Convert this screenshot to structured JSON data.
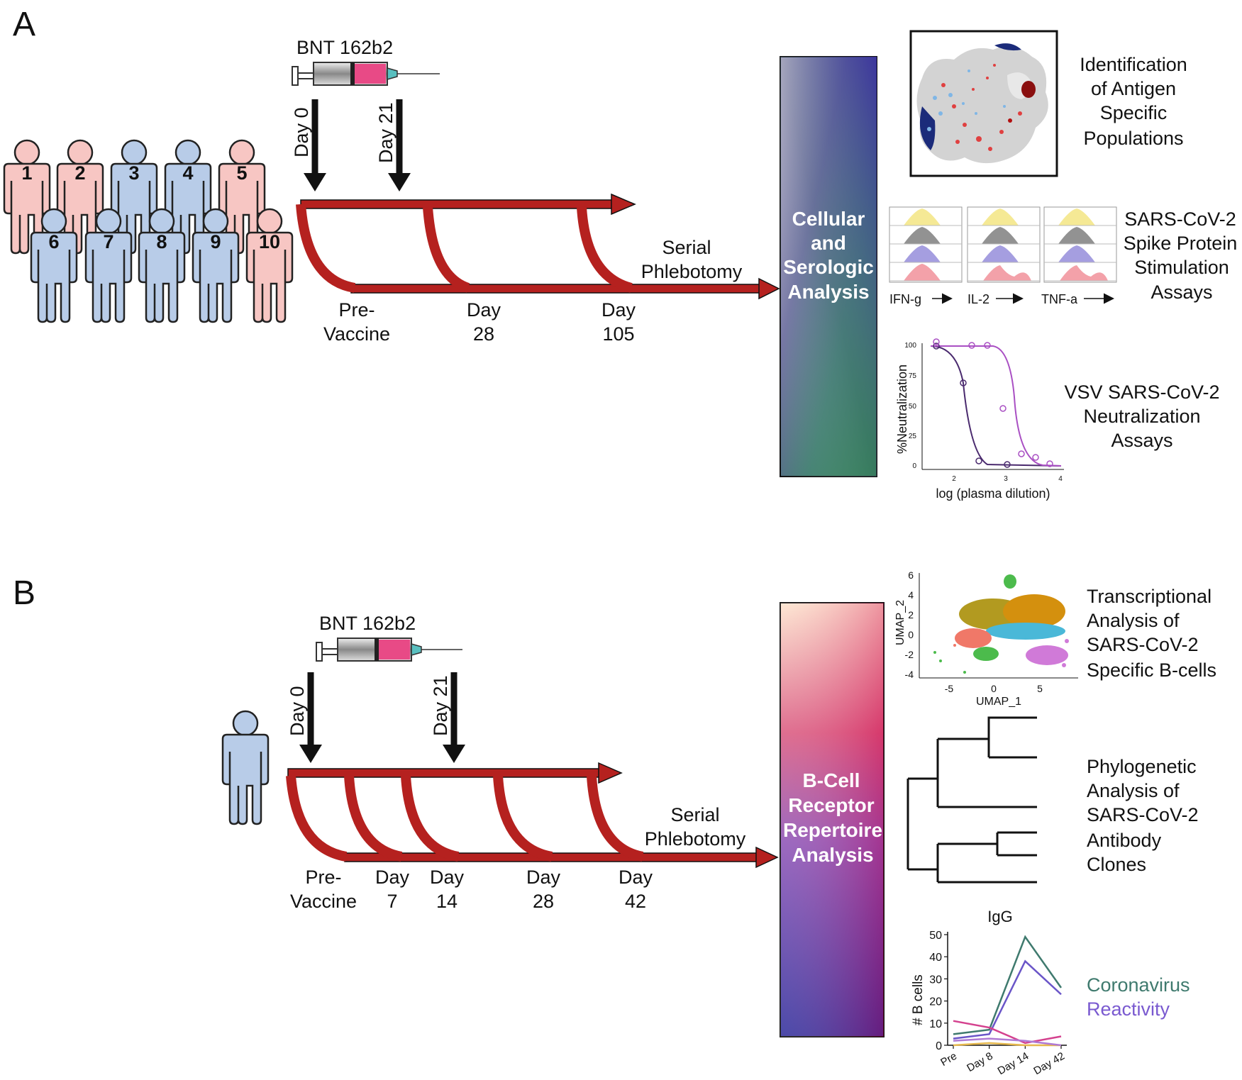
{
  "panelA": {
    "letter": "A",
    "vaccine": "BNT 162b2",
    "dose1": "Day 0",
    "dose2": "Day 21",
    "participants": [
      {
        "label": "1",
        "color": "#f7c6c3"
      },
      {
        "label": "2",
        "color": "#f7c6c3"
      },
      {
        "label": "3",
        "color": "#b8cce8"
      },
      {
        "label": "4",
        "color": "#b8cce8"
      },
      {
        "label": "5",
        "color": "#f7c6c3"
      },
      {
        "label": "6",
        "color": "#b8cce8"
      },
      {
        "label": "7",
        "color": "#b8cce8"
      },
      {
        "label": "8",
        "color": "#b8cce8"
      },
      {
        "label": "9",
        "color": "#b8cce8"
      },
      {
        "label": "10",
        "color": "#f7c6c3"
      }
    ],
    "serial": [
      "Serial",
      "Phlebotomy"
    ],
    "timepoints": [
      {
        "line1": "Pre-",
        "line2": "Vaccine"
      },
      {
        "line1": "Day",
        "line2": "28"
      },
      {
        "line1": "Day",
        "line2": "105"
      }
    ],
    "analysis": [
      "Cellular",
      "and",
      "Serologic",
      "Analysis"
    ],
    "outputs": [
      [
        "Identification",
        "of Antigen",
        "Specific",
        "Populations"
      ],
      [
        "SARS-CoV-2",
        "Spike Protein",
        "Stimulation",
        "Assays"
      ],
      [
        "VSV SARS-CoV-2",
        "Neutralization",
        "Assays"
      ]
    ],
    "flow_labels": [
      "IFN-g",
      "IL-2",
      "TNF-a"
    ],
    "neut": {
      "ylabel": "%Neutralization",
      "xlabel": "log (plasma dilution)",
      "yticks": [
        "100",
        "75",
        "50",
        "25",
        "0"
      ],
      "xticks": [
        "2",
        "3",
        "4"
      ]
    }
  },
  "panelB": {
    "letter": "B",
    "vaccine": "BNT 162b2",
    "dose1": "Day 0",
    "dose2": "Day 21",
    "serial": [
      "Serial",
      "Phlebotomy"
    ],
    "timepoints": [
      {
        "line1": "Pre-",
        "line2": "Vaccine"
      },
      {
        "line1": "Day",
        "line2": "7"
      },
      {
        "line1": "Day",
        "line2": "14"
      },
      {
        "line1": "Day",
        "line2": "28"
      },
      {
        "line1": "Day",
        "line2": "42"
      }
    ],
    "analysis": [
      "B-Cell",
      "Receptor",
      "Repertoire",
      "Analysis"
    ],
    "outputs": [
      [
        "Transcriptional",
        "Analysis of",
        "SARS-CoV-2",
        "Specific B-cells"
      ],
      [
        "Phylogenetic",
        "Analysis of",
        "SARS-CoV-2",
        "Antibody",
        "Clones"
      ]
    ],
    "umap": {
      "xlabel": "UMAP_1",
      "ylabel": "UMAP_2",
      "yticks": [
        "6",
        "4",
        "2",
        "0",
        "-2",
        "-4"
      ],
      "xticks": [
        "-5",
        "0",
        "5"
      ]
    },
    "reactivity": {
      "line1": "Coronavirus",
      "line2": "Reactivity"
    }
  },
  "chart_data": {
    "type": "line",
    "title": "IgG",
    "xlabel": "",
    "ylabel": "# B cells",
    "categories": [
      "Pre",
      "Day 8",
      "Day 14",
      "Day 42"
    ],
    "ylim": [
      0,
      50
    ],
    "yticks": [
      0,
      10,
      20,
      30,
      40,
      50
    ],
    "series": [
      {
        "color": "#3f7a6e",
        "values": [
          5,
          7,
          49,
          26
        ]
      },
      {
        "color": "#6a55c8",
        "values": [
          3,
          5,
          38,
          23
        ]
      },
      {
        "color": "#d4418e",
        "values": [
          11,
          8,
          1,
          4
        ]
      },
      {
        "color": "#e6b84d",
        "values": [
          0,
          1,
          0,
          0
        ]
      },
      {
        "color": "#b07ad4",
        "values": [
          2,
          3,
          2,
          0
        ]
      }
    ]
  }
}
